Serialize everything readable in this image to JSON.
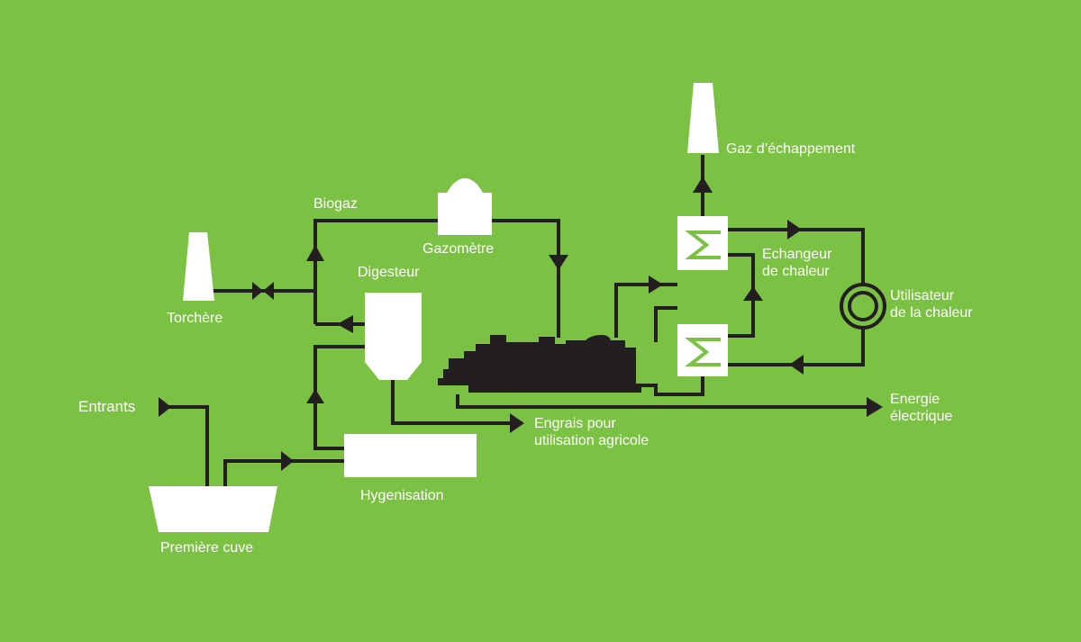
{
  "colors": {
    "background": "#7bc143",
    "pipe": "#231f20",
    "component": "#ffffff",
    "engine": "#231f20",
    "exchanger_accent": "#7bc143"
  },
  "labels": {
    "biogaz": "Biogaz",
    "gazometre": "Gazomètre",
    "digesteur": "Digesteur",
    "torchere": "Torchère",
    "entrants": "Entrants",
    "premiere_cuve": "Première cuve",
    "hygenisation": "Hygenisation",
    "engrais_line1": "Engrais pour",
    "engrais_line2": "utilisation agricole",
    "gaz_echappement": "Gaz d’échappement",
    "echangeur_line1": "Echangeur",
    "echangeur_line2": "de chaleur",
    "utilisateur_line1": "Utilisateur",
    "utilisateur_line2": "de la chaleur",
    "energie_line1": "Energie",
    "energie_line2": "électrique"
  },
  "icons": {
    "valve": "valve-icon",
    "arrow": "arrow-icon",
    "heat_user": "concentric-circle-icon",
    "engine": "generator-engine-icon"
  }
}
